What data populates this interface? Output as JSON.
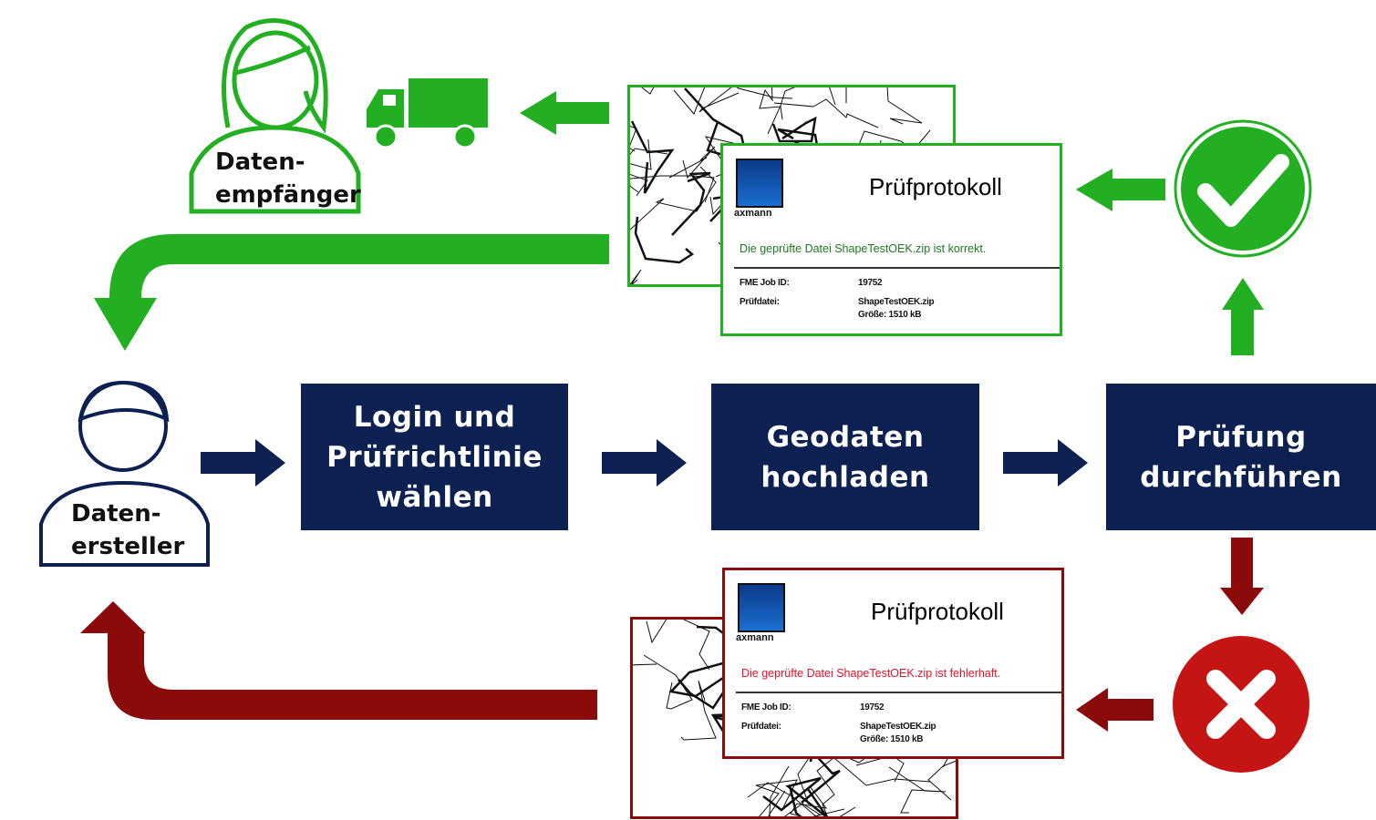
{
  "roles": {
    "recipient": "Daten-\nempfänger",
    "creator": "Daten-\nersteller"
  },
  "steps": [
    {
      "label": "Login und\nPrüfrichtlinie\nwählen"
    },
    {
      "label": "Geodaten\nhochladen"
    },
    {
      "label": "Prüfung\ndurchführen"
    }
  ],
  "report_ok": {
    "logo": "axmann",
    "title": "Prüfprotokoll",
    "message": "Die geprüfte Datei ShapeTestOEK.zip ist korrekt.",
    "job_label": "FME Job ID:",
    "job_id": "19752",
    "file_label": "Prüfdatei:",
    "file_name": "ShapeTestOEK.zip",
    "file_size": "Größe: 1510 kB"
  },
  "report_fail": {
    "logo": "axmann",
    "title": "Prüfprotokoll",
    "message": "Die geprüfte Datei ShapeTestOEK.zip ist fehlerhaft.",
    "job_label": "FME Job ID:",
    "job_id": "19752",
    "file_label": "Prüfdatei:",
    "file_name": "ShapeTestOEK.zip",
    "file_size": "Größe: 1510 kB"
  },
  "colors": {
    "navy": "#0c2152",
    "green": "#22b022",
    "darkred": "#8b0a0a",
    "red": "#c41414"
  }
}
